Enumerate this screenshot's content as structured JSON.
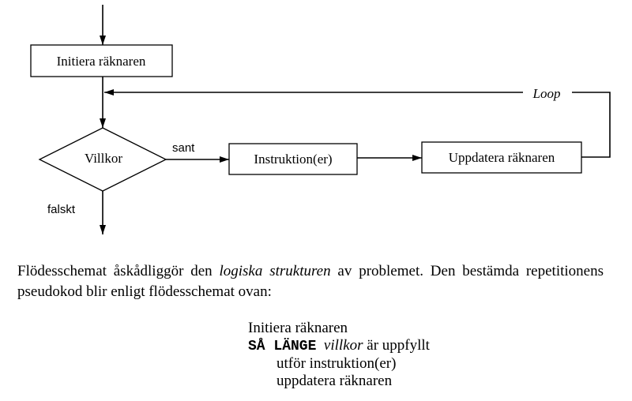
{
  "flowchart": {
    "init_box": "Initiera räknaren",
    "condition": "Villkor",
    "true_label": "sant",
    "false_label": "falskt",
    "instruction_box": "Instruktion(er)",
    "update_box": "Uppdatera räknaren",
    "loop_label": "Loop"
  },
  "paragraph": {
    "before": "Flödesschemat åskådliggör den ",
    "emphasis": "logiska strukturen",
    "after": " av problemet. Den bestämda repetitionens pseudokod blir enligt flödesschemat ovan:"
  },
  "pseudocode": {
    "line1": "Initiera räknaren",
    "keyword": "SÅ LÄNGE",
    "condition": "villkor",
    "line2_rest": "är uppfyllt",
    "line3": "utför instruktion(er)",
    "line4": "uppdatera räknaren"
  }
}
